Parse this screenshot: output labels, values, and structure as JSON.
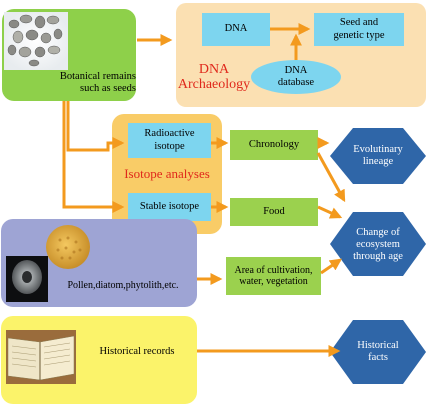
{
  "nodes": {
    "botanical": "Botanical remains\nsuch as seeds",
    "dna": "DNA",
    "seed_type": "Seed and\ngenetic type",
    "dna_database": "DNA\ndatabase",
    "dna_archaeology": "DNA\nArchaeology",
    "radioactive": "Radioactive\nisotope",
    "isotope_analyses": "Isotope analyses",
    "stable": "Stable isotope",
    "chronology": "Chronology",
    "food": "Food",
    "evolutionary": "Evolutinary\nlineage",
    "change": "Change of\necosystem\nthrough age",
    "pollen": "Pollen,diatom,phytolith,etc.",
    "area": "Area of cultivation,\nwater, vegetation",
    "historical_records": "Historical records",
    "historical_facts": "Historical\nfacts"
  },
  "colors": {
    "green_panel": "#8ed04a",
    "dna_panel": "#fbe0b2",
    "isotope_panel": "#f9cc67",
    "cyan_box": "#7dd5ef",
    "green_box": "#9bd14e",
    "lavender_panel": "#9ea4d4",
    "yellow_panel": "#fbf36a",
    "hexagon": "#2f66a8",
    "arrow": "#f39a1e",
    "red_text": "#e0291c"
  }
}
